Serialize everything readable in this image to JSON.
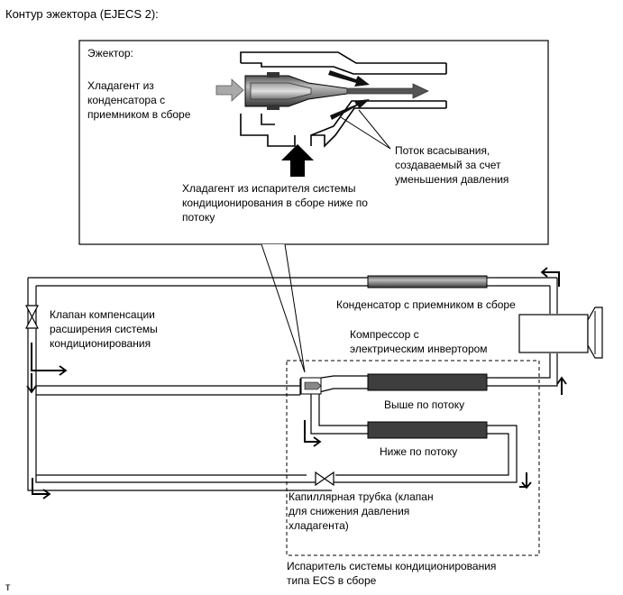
{
  "title": "Контур эжектора (EJECS 2):",
  "inset": {
    "heading": "Эжектор:",
    "from_condenser": [
      "Хладагент из",
      "конденсатора с",
      "приемником в сборе"
    ],
    "suction_flow": [
      "Поток всасывания,",
      "создаваемый за счет",
      "уменьшения давления"
    ],
    "from_evaporator": [
      "Хладагент из испарителя системы",
      "кондиционирования в сборе ниже по",
      "потоку"
    ]
  },
  "components": {
    "condenser": "Конденсатор с приемником в сборе",
    "compressor": [
      "Компрессор с",
      "электрическим инвертором"
    ],
    "expansion_valve": [
      "Клапан компенсации",
      "расширения системы",
      "кондиционирования"
    ],
    "upstream": "Выше по потоку",
    "downstream": "Ниже по потоку",
    "capillary": [
      "Капиллярная трубка (клапан",
      "для снижения давления",
      "хладагента)"
    ],
    "evaporator": [
      "Испаритель системы кондиционирования",
      "типа ECS в сборе"
    ]
  },
  "footer_mark": "т",
  "colors": {
    "pipe": "#000000",
    "core_dark": "#4a4a4a",
    "core_mid": "#8c8c8c",
    "arrow_gray": "#a9a9a9"
  }
}
